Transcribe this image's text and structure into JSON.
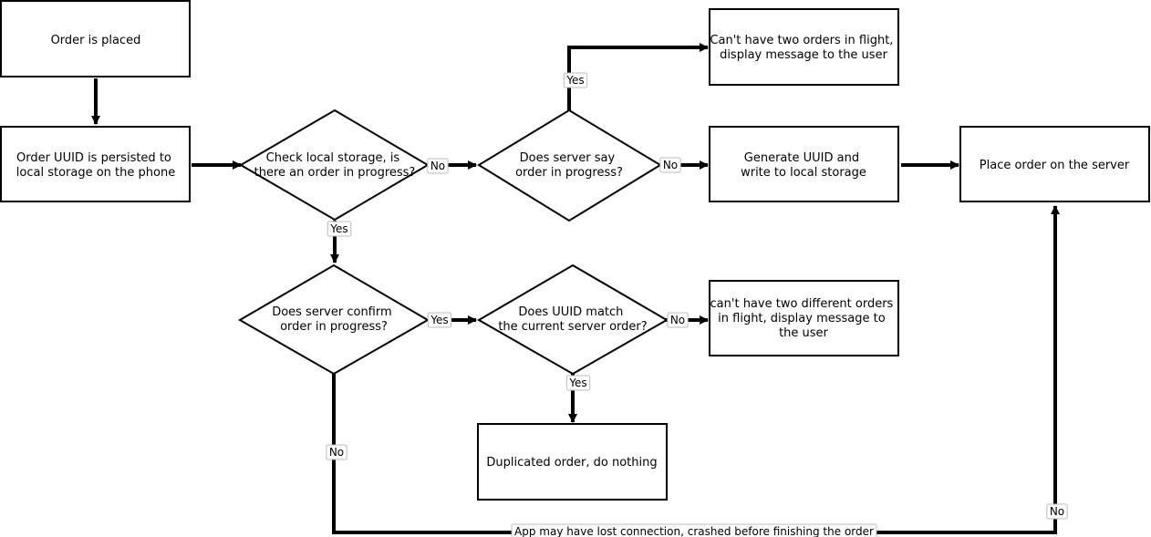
{
  "nodes": {
    "order_placed": "Order is placed",
    "uuid_persisted": [
      "Order UUID is persisted to",
      "local storage on the phone"
    ],
    "check_local": [
      "Check local storage, is",
      "there an order in progress?"
    ],
    "server_in_progress": [
      "Does server say",
      "order in progress?"
    ],
    "cant_two_orders": [
      "Can't have two orders in flight,",
      "display message to the user"
    ],
    "generate_uuid": [
      "Generate UUID and",
      "write to local storage"
    ],
    "place_order": "Place order on the server",
    "server_confirm": [
      "Does server confirm",
      "order in progress?"
    ],
    "uuid_match": [
      "Does UUID match",
      "the current server order?"
    ],
    "cant_two_different": [
      "can't have two different orders",
      "in flight, display message to",
      "the user"
    ],
    "duplicated": "Duplicated order, do nothing"
  },
  "edge_labels": {
    "check_no": "No",
    "check_yes": "Yes",
    "server_yes": "Yes",
    "server_no": "No",
    "confirm_yes": "Yes",
    "confirm_no": "No",
    "match_no": "No",
    "match_yes": "Yes",
    "return_no": "No",
    "bottom_note": "App may have lost connection, crashed before finishing the order"
  }
}
